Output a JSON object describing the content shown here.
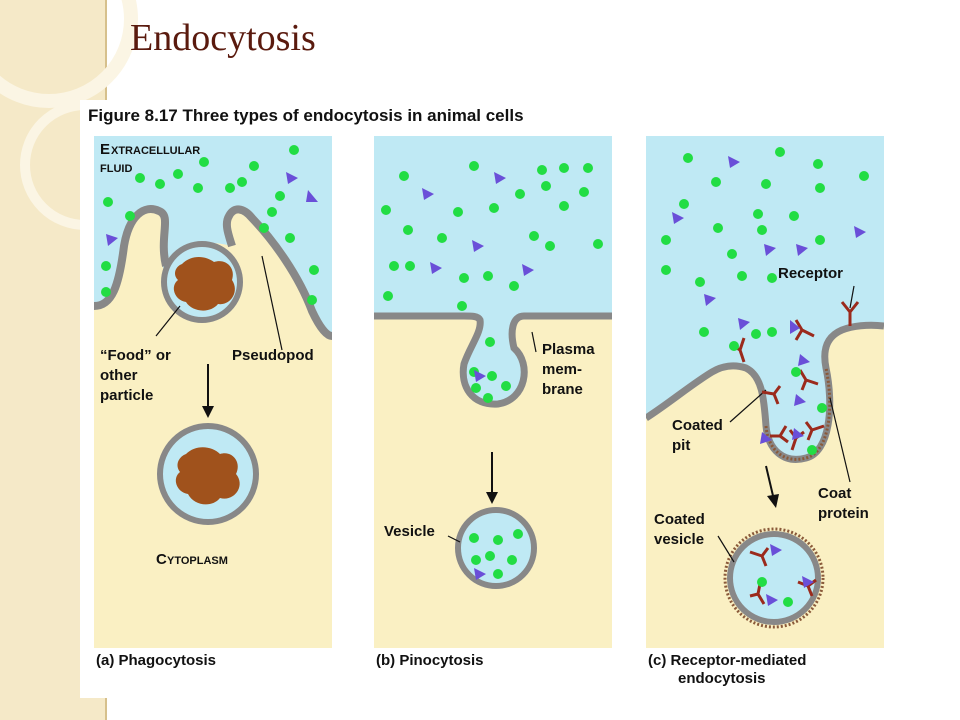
{
  "slide": {
    "title": "Endocytosis"
  },
  "figure": {
    "heading": "Figure 8.17  Three types of endocytosis in animal cells",
    "panels": [
      {
        "caption": "(a) Phagocytosis",
        "labels": {
          "extracellular_first": "E",
          "extracellular_rest": "XTRACELLULAR",
          "extracellular_line2": "FLUID",
          "food_line1": "“Food” or",
          "food_line2": "other",
          "food_line3": "particle",
          "pseudopod": "Pseudopod",
          "cytoplasm_first": "C",
          "cytoplasm_rest": "YTOPLASM"
        }
      },
      {
        "caption": "(b) Pinocytosis",
        "labels": {
          "plasma_line1": "Plasma",
          "plasma_line2": "mem-",
          "plasma_line3": "brane",
          "vesicle": "Vesicle"
        }
      },
      {
        "caption_line1": "(c) Receptor-mediated",
        "caption_line2": "endocytosis",
        "labels": {
          "receptor": "Receptor",
          "coated_pit_line1": "Coated",
          "coated_pit_line2": "pit",
          "coat_protein_line1": "Coat",
          "coat_protein_line2": "protein",
          "coated_vesicle_line1": "Coated",
          "coated_vesicle_line2": "vesicle"
        }
      }
    ]
  },
  "colors": {
    "extracellular": "#bfe9f4",
    "cytoplasm": "#faf0c3",
    "membrane": "#999999",
    "membrane_edge": "#555555",
    "green_particle": "#22dd44",
    "purple_particle": "#6a4fd8",
    "food": "#a0521c",
    "receptor": "#9b2a1c",
    "title_color": "#5a1a0e"
  }
}
